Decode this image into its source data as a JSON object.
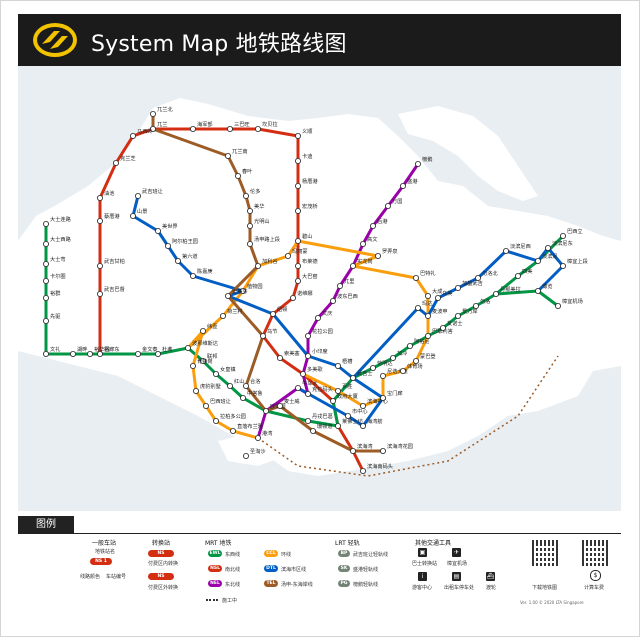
{
  "header": {
    "title": "System Map 地铁路线图"
  },
  "colors": {
    "ns": "#d42e12",
    "ew": "#009645",
    "ne": "#9900aa",
    "cc": "#fa9e0d",
    "dt": "#005ec4",
    "te": "#9d5b25",
    "lrt": "#748477",
    "land": "#ffffff",
    "sea": "#e8eef2"
  },
  "stations": [
    {
      "id": "woodlands-north",
      "label": "兀兰北"
    },
    {
      "id": "woodlands",
      "label": "兀兰"
    },
    {
      "id": "admiralty",
      "label": "海军部"
    },
    {
      "id": "sembawang",
      "label": "三巴旺"
    },
    {
      "id": "canberra",
      "label": "坎贝拉"
    },
    {
      "id": "yishun",
      "label": "义顺"
    },
    {
      "id": "khatib",
      "label": "卡迪"
    },
    {
      "id": "yio-chu-kang",
      "label": "杨厝港"
    },
    {
      "id": "ang-mo-kio",
      "label": "宏茂桥"
    },
    {
      "id": "bishan",
      "label": "碧山"
    },
    {
      "id": "braddell",
      "label": "布莱德"
    },
    {
      "id": "toa-payoh",
      "label": "大巴窑"
    },
    {
      "id": "novena",
      "label": "诺维娜"
    },
    {
      "id": "newton",
      "label": "纽顿"
    },
    {
      "id": "orchard",
      "label": "乌节"
    },
    {
      "id": "somerset",
      "label": "索美塞"
    },
    {
      "id": "dhoby-ghaut",
      "label": "多美歌"
    },
    {
      "id": "city-hall",
      "label": "政府大厦"
    },
    {
      "id": "raffles-place",
      "label": "莱佛士坊"
    },
    {
      "id": "marina-bay",
      "label": "滨海湾"
    },
    {
      "id": "marina-south-pier",
      "label": "滨海南码头"
    },
    {
      "id": "kranji",
      "label": "克兰芝"
    },
    {
      "id": "marsiling",
      "label": "马西岭"
    },
    {
      "id": "yew-tee",
      "label": "油池"
    },
    {
      "id": "choa-chu-kang",
      "label": "蔡厝港"
    },
    {
      "id": "bukit-gombak",
      "label": "武吉甘柏"
    },
    {
      "id": "bukit-batok",
      "label": "武吉巴督"
    },
    {
      "id": "jurong-east",
      "label": "裕廊东"
    },
    {
      "id": "tuas-link",
      "label": "大士连路"
    },
    {
      "id": "tuas-west-road",
      "label": "大士西路"
    },
    {
      "id": "tuas-crescent",
      "label": "大士弯"
    },
    {
      "id": "gul-circle",
      "label": "卡尔圈"
    },
    {
      "id": "joo-koon",
      "label": "裕群"
    },
    {
      "id": "pioneer",
      "label": "先驱"
    },
    {
      "id": "boon-lay",
      "label": "文礼"
    },
    {
      "id": "lakeside",
      "label": "湖畔"
    },
    {
      "id": "chinese-garden",
      "label": "裕华园"
    },
    {
      "id": "clementi",
      "label": "金文泰"
    },
    {
      "id": "dover",
      "label": "杜弗"
    },
    {
      "id": "buona-vista",
      "label": "波那维斯达"
    },
    {
      "id": "commonwealth",
      "label": "联邦"
    },
    {
      "id": "queenstown",
      "label": "女皇镇"
    },
    {
      "id": "redhill",
      "label": "红山"
    },
    {
      "id": "tiong-bahru",
      "label": "中峇鲁"
    },
    {
      "id": "outram-park",
      "label": "欧南园"
    },
    {
      "id": "tanjong-pagar",
      "label": "丹戎巴葛"
    },
    {
      "id": "bugis",
      "label": "武吉士"
    },
    {
      "id": "lavender",
      "label": "劳明达"
    },
    {
      "id": "kallang",
      "label": "加冷"
    },
    {
      "id": "aljunied",
      "label": "阿裕尼"
    },
    {
      "id": "paya-lebar",
      "label": "巴耶利峇"
    },
    {
      "id": "eunos",
      "label": "友诺士"
    },
    {
      "id": "kembangan",
      "label": "景万岸"
    },
    {
      "id": "bedok",
      "label": "勿洛"
    },
    {
      "id": "tanah-merah",
      "label": "丹那美拉"
    },
    {
      "id": "simei",
      "label": "四美"
    },
    {
      "id": "tampines",
      "label": "淡滨尼"
    },
    {
      "id": "pasir-ris",
      "label": "巴西立"
    },
    {
      "id": "expo",
      "label": "博览"
    },
    {
      "id": "changi-airport",
      "label": "樟宜机场"
    },
    {
      "id": "harbourfront",
      "label": "港湾"
    },
    {
      "id": "chinatown",
      "label": "牛车水"
    },
    {
      "id": "clarke-quay",
      "label": "克拉码头"
    },
    {
      "id": "little-india",
      "label": "小印度"
    },
    {
      "id": "farrer-park",
      "label": "花拉公园"
    },
    {
      "id": "boon-keng",
      "label": "文庆"
    },
    {
      "id": "potong-pasir",
      "label": "波东巴西"
    },
    {
      "id": "woodleigh",
      "label": "兀里"
    },
    {
      "id": "serangoon",
      "label": "实龙岗"
    },
    {
      "id": "kovan",
      "label": "高文"
    },
    {
      "id": "hougang",
      "label": "后港"
    },
    {
      "id": "buangkok",
      "label": "万国"
    },
    {
      "id": "sengkang",
      "label": "盛港"
    },
    {
      "id": "punggol",
      "label": "榜鹅"
    },
    {
      "id": "bras-basah",
      "label": "百胜"
    },
    {
      "id": "esplanade",
      "label": "滨海中心"
    },
    {
      "id": "promenade",
      "label": "宝门廊"
    },
    {
      "id": "nicoll-highway",
      "label": "尼诰大道"
    },
    {
      "id": "stadium",
      "label": "体育场"
    },
    {
      "id": "mountbatten",
      "label": "蒙巴登"
    },
    {
      "id": "macpherson",
      "label": "麦波申"
    },
    {
      "id": "tai-seng",
      "label": "大成"
    },
    {
      "id": "bartley",
      "label": "巴特礼"
    },
    {
      "id": "lorong-chuan",
      "label": "罗弄泉"
    },
    {
      "id": "marymount",
      "label": "玛丽蒙"
    },
    {
      "id": "caldecott",
      "label": "加利谷"
    },
    {
      "id": "botanic-gardens",
      "label": "植物园"
    },
    {
      "id": "holland-village",
      "label": "荷兰村"
    },
    {
      "id": "one-north",
      "label": "纬壹"
    },
    {
      "id": "kent-ridge",
      "label": "肯特岗"
    },
    {
      "id": "haw-par-villa",
      "label": "虎豹别墅"
    },
    {
      "id": "pasir-panjang",
      "label": "巴西班让"
    },
    {
      "id": "labrador-park",
      "label": "拉柏多公园"
    },
    {
      "id": "telok-blangah",
      "label": "直落布兰雅"
    },
    {
      "id": "bukit-panjang",
      "label": "武吉班让"
    },
    {
      "id": "hillview",
      "label": "山景"
    },
    {
      "id": "beauty-world",
      "label": "美世界"
    },
    {
      "id": "king-albert-park",
      "label": "阿尔柏王园"
    },
    {
      "id": "sixth-avenue",
      "label": "第六道"
    },
    {
      "id": "tan-kah-kee",
      "label": "陈嘉庚"
    },
    {
      "id": "stevens",
      "label": "史蒂芬"
    },
    {
      "id": "rochor",
      "label": "梧槽"
    },
    {
      "id": "downtown",
      "label": "市中心"
    },
    {
      "id": "bayfront",
      "label": "海湾舫"
    },
    {
      "id": "mattar",
      "label": "玛达"
    },
    {
      "id": "ubi",
      "label": "乌美"
    },
    {
      "id": "kaki-bukit",
      "label": "加基武吉"
    },
    {
      "id": "bedok-north",
      "label": "勿洛北"
    },
    {
      "id": "tampines-west",
      "label": "淡滨尼西"
    },
    {
      "id": "tampines-east",
      "label": "淡滨尼东"
    },
    {
      "id": "upper-changi",
      "label": "樟宜上段"
    },
    {
      "id": "woodlands-south",
      "label": "兀兰南"
    },
    {
      "id": "springleaf",
      "label": "春叶"
    },
    {
      "id": "lentor",
      "label": "伦多"
    },
    {
      "id": "mayflower",
      "label": "美华"
    },
    {
      "id": "bright-hill",
      "label": "光明山"
    },
    {
      "id": "upper-thomson",
      "label": "汤申路上段"
    },
    {
      "id": "havelock",
      "label": "合洛"
    },
    {
      "id": "maxwell",
      "label": "麦士威"
    },
    {
      "id": "shenton-way",
      "label": "珊顿道"
    },
    {
      "id": "gardens-by-the-bay",
      "label": "滨海湾花园"
    },
    {
      "id": "sentosa",
      "label": "圣淘沙"
    }
  ],
  "legend": {
    "tab": "图例",
    "general_station": "一般车站",
    "station_name": "地铁站名",
    "station_code_pill": "NS 1",
    "line_color": "线路颜色",
    "station_code": "车站编号",
    "interchange": "转换站",
    "paid_transfer": "付费区内转换",
    "unpaid_transfer": "付费区外转换",
    "mrt_title": "MRT 地铁",
    "mrt_lines": [
      {
        "code": "EWL",
        "name": "东西线",
        "color": "#009645"
      },
      {
        "code": "NSL",
        "name": "南北线",
        "color": "#d42e12"
      },
      {
        "code": "NEL",
        "name": "东北线",
        "color": "#9900aa"
      },
      {
        "code": "CCL",
        "name": "环线",
        "color": "#fa9e0d"
      },
      {
        "code": "DTL",
        "name": "滨海市区线",
        "color": "#005ec4"
      },
      {
        "code": "TEL",
        "name": "汤申-东海岸线",
        "color": "#9d5b25"
      }
    ],
    "under_construction": "施工中",
    "lrt_title": "LRT 轻轨",
    "lrt_lines": [
      {
        "code": "BP",
        "name": "武吉班让轻轨线"
      },
      {
        "code": "SK",
        "name": "盛港轻轨线"
      },
      {
        "code": "PG",
        "name": "榜鹅轻轨线"
      }
    ],
    "other_transport": "其他交通工具",
    "transport_items": [
      "巴士转换站",
      "樟宜机场",
      "游客中心",
      "出租车停车处",
      "渡轮"
    ],
    "qr_caption": "下载地铁图",
    "fare_caption": "计算车费",
    "footer_note": "Ver. 1.00 © 2020 LTA Singapore"
  }
}
